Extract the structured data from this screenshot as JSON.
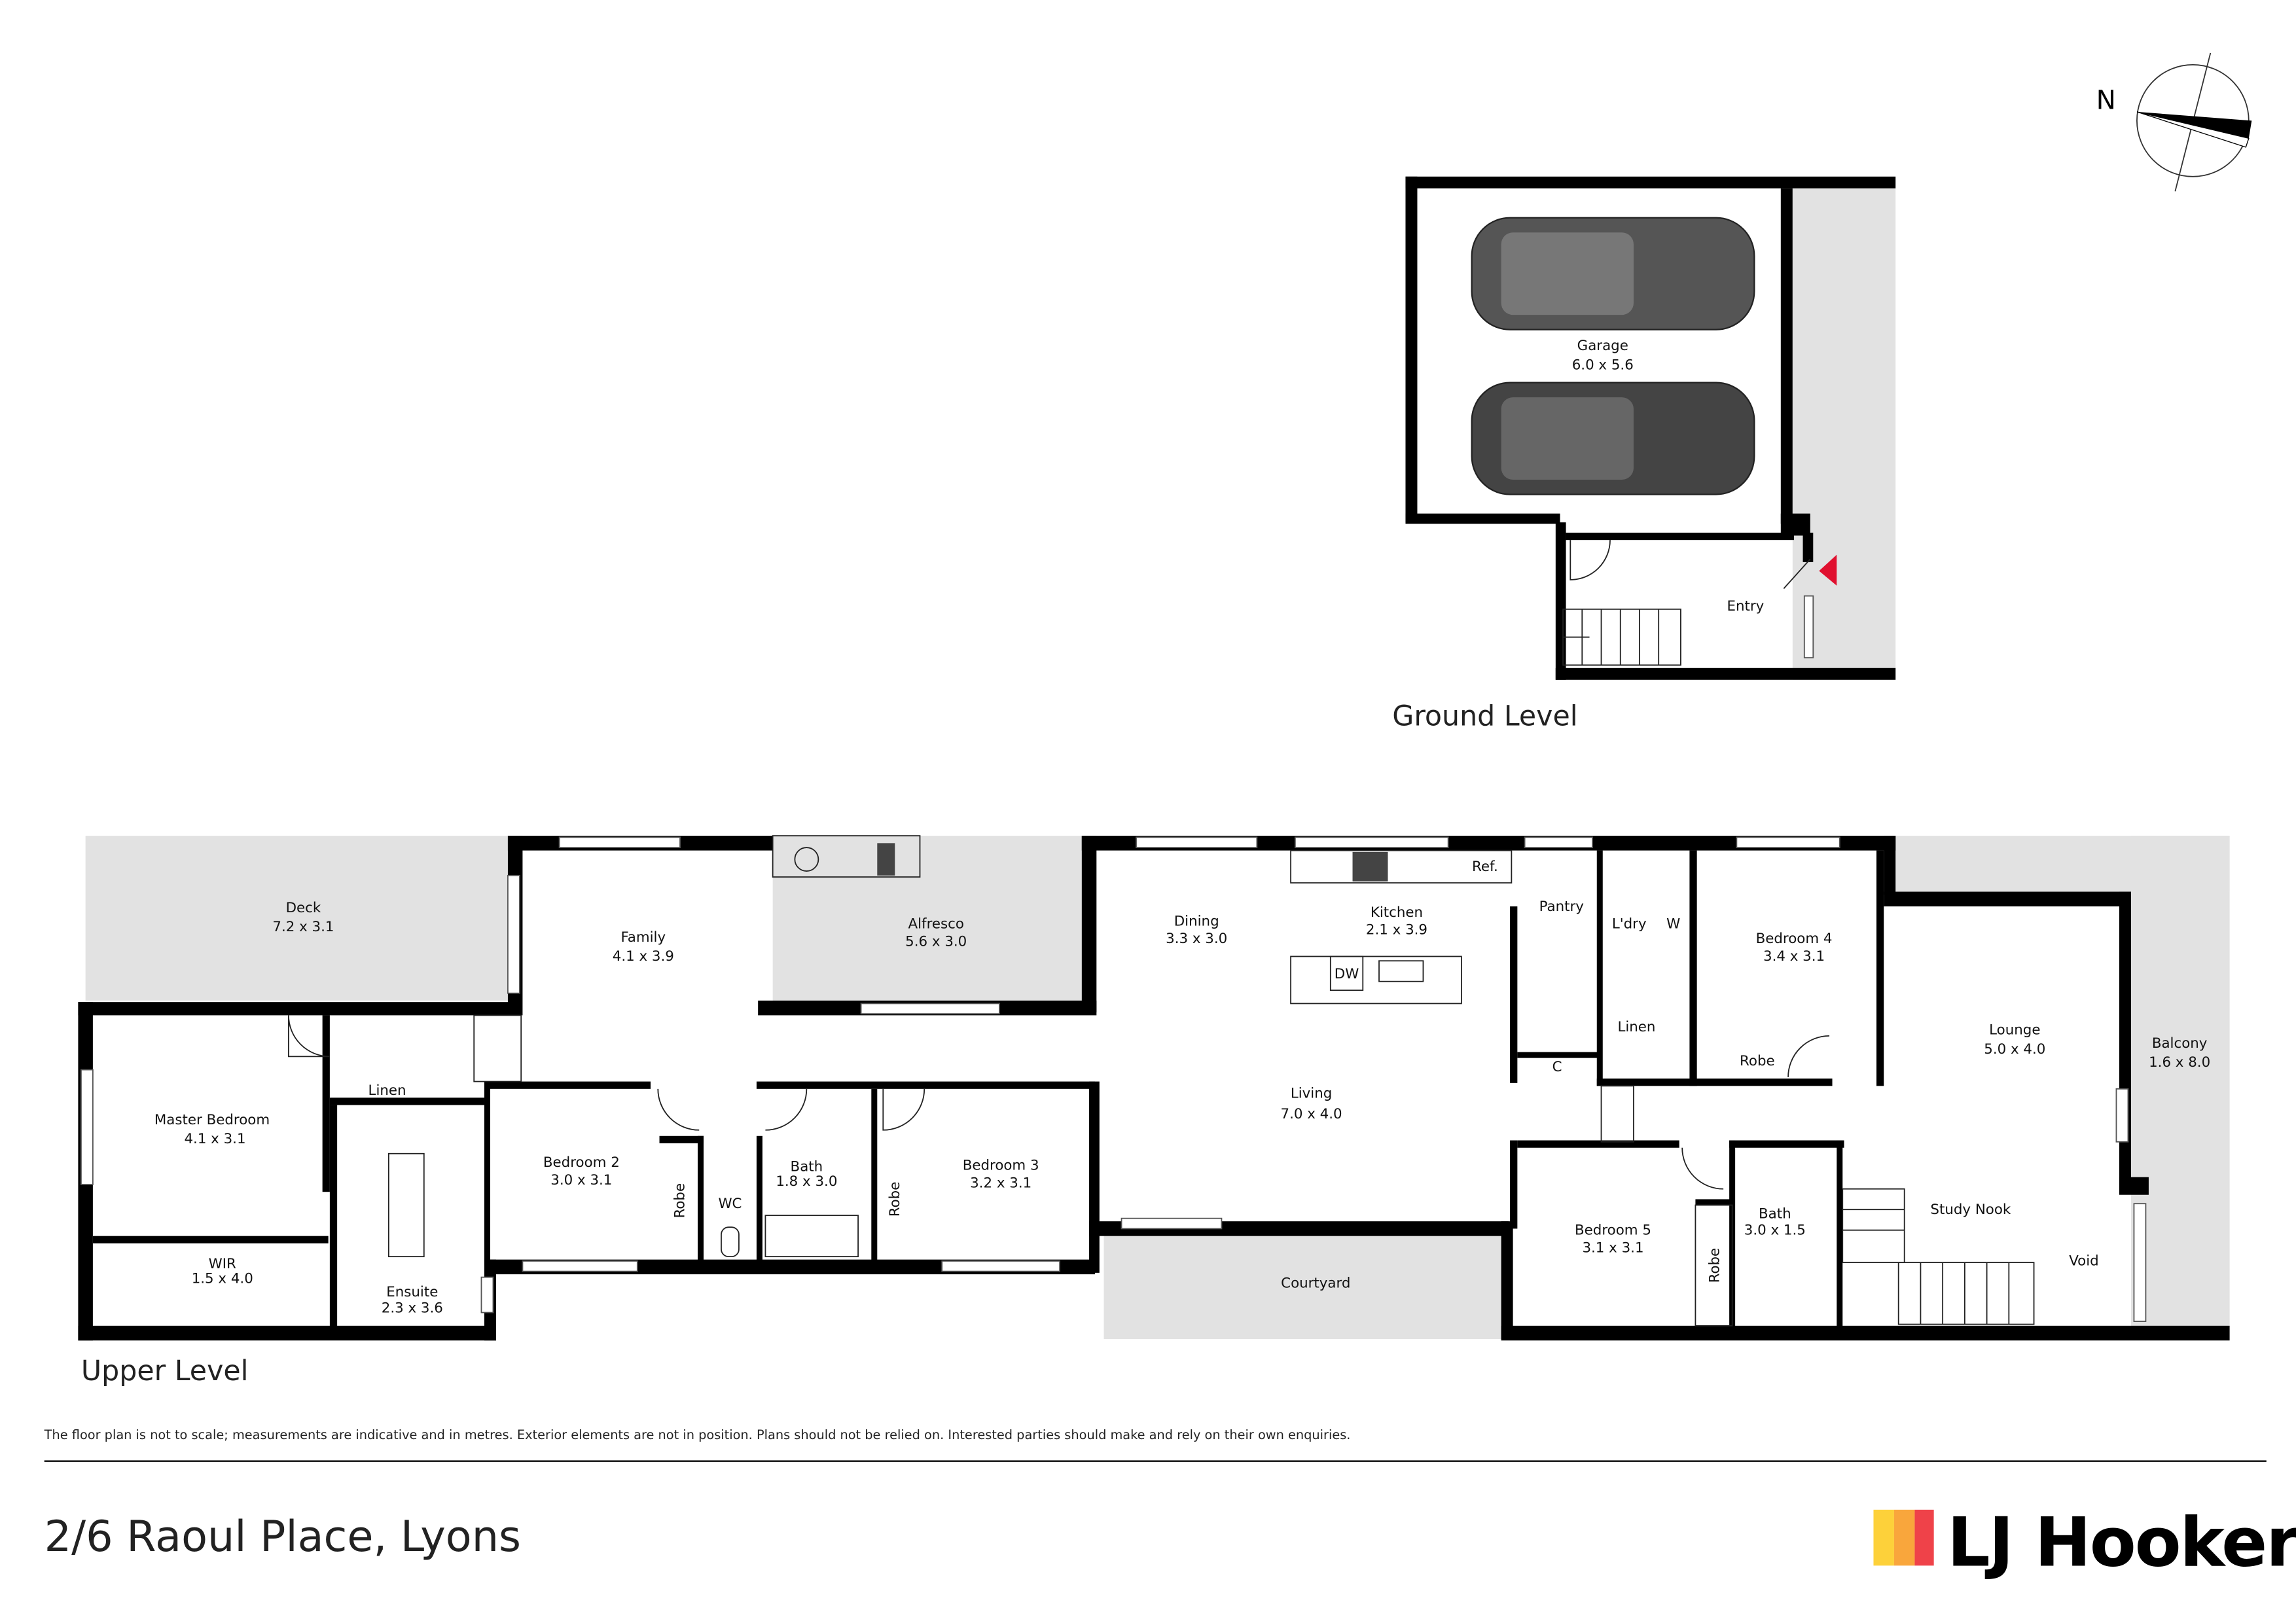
{
  "ground": {
    "title": "Ground Level",
    "rooms": {
      "garage": {
        "name": "Garage",
        "dims": "6.0 x 5.6"
      },
      "entry": {
        "name": "Entry"
      }
    }
  },
  "upper": {
    "title": "Upper Level",
    "rooms": {
      "deck": {
        "name": "Deck",
        "dims": "7.2 x 3.1"
      },
      "family": {
        "name": "Family",
        "dims": "4.1 x 3.9"
      },
      "alfresco": {
        "name": "Alfresco",
        "dims": "5.6 x 3.0"
      },
      "master": {
        "name": "Master Bedroom",
        "dims": "4.1 x 3.1"
      },
      "linen1": {
        "name": "Linen"
      },
      "bed2": {
        "name": "Bedroom 2",
        "dims": "3.0 x 3.1"
      },
      "robe1": {
        "name": "Robe"
      },
      "wc": {
        "name": "WC"
      },
      "bath1": {
        "name": "Bath",
        "dims": "1.8 x 3.0"
      },
      "robe2": {
        "name": "Robe"
      },
      "bed3": {
        "name": "Bedroom 3",
        "dims": "3.2 x 3.1"
      },
      "wir": {
        "name": "WIR",
        "dims": "1.5 x 4.0"
      },
      "ensuite": {
        "name": "Ensuite",
        "dims": "2.3 x 3.6"
      },
      "dining": {
        "name": "Dining",
        "dims": "3.3 x 3.0"
      },
      "kitchen": {
        "name": "Kitchen",
        "dims": "2.1 x 3.9"
      },
      "ref": {
        "name": "Ref."
      },
      "dw": {
        "name": "DW"
      },
      "pantry": {
        "name": "Pantry"
      },
      "laundry": {
        "name": "L'dry"
      },
      "w": {
        "name": "W"
      },
      "linen2": {
        "name": "Linen"
      },
      "c": {
        "name": "C"
      },
      "living": {
        "name": "Living",
        "dims": "7.0 x 4.0"
      },
      "bed4": {
        "name": "Bedroom 4",
        "dims": "3.4 x 3.1"
      },
      "robe3": {
        "name": "Robe"
      },
      "lounge": {
        "name": "Lounge",
        "dims": "5.0 x 4.0"
      },
      "balcony": {
        "name": "Balcony",
        "dims": "1.6 x 8.0"
      },
      "bed5": {
        "name": "Bedroom 5",
        "dims": "3.1 x 3.1"
      },
      "robe4": {
        "name": "Robe"
      },
      "bath2": {
        "name": "Bath",
        "dims": "3.0 x 1.5"
      },
      "study": {
        "name": "Study Nook"
      },
      "void": {
        "name": "Void"
      },
      "courtyard": {
        "name": "Courtyard"
      }
    }
  },
  "compass": {
    "label": "N"
  },
  "disclaimer": "The floor plan is not to scale; measurements are indicative and in metres. Exterior elements are not in position. Plans should not be relied on. Interested parties should make and rely on their own enquiries.",
  "address": "2/6 Raoul Place, Lyons",
  "brand": {
    "name": "LJ Hooker",
    "colors": [
      "#fdd13a",
      "#f9a63c",
      "#ef4249"
    ]
  },
  "entry_marker_color": "#e0102f"
}
